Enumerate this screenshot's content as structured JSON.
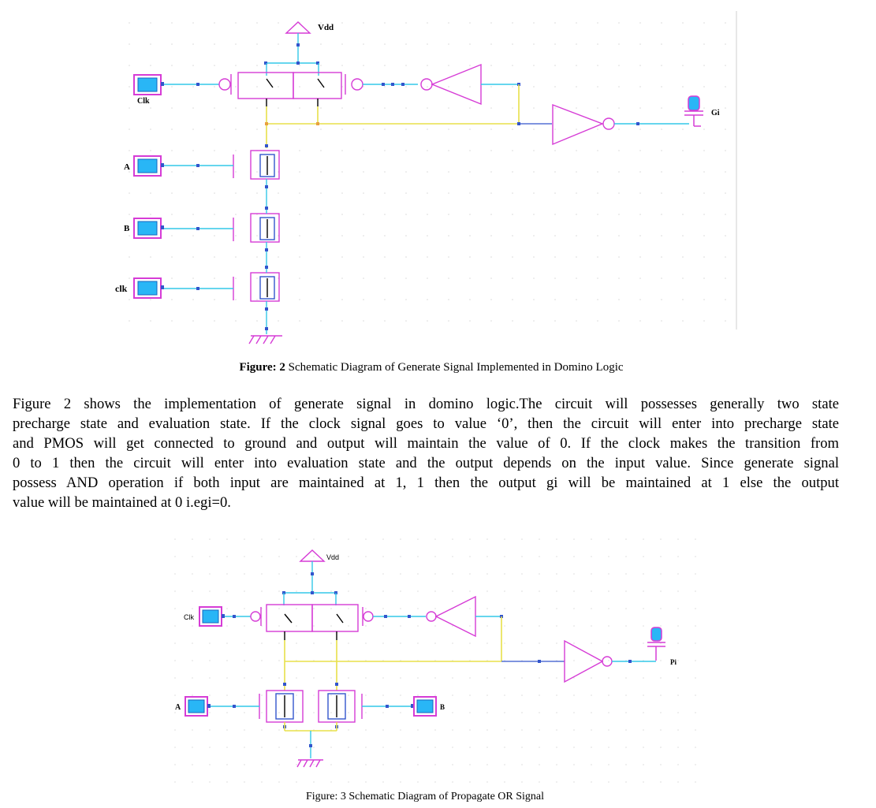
{
  "figure2": {
    "labels": {
      "vdd": "Vdd",
      "clk_top": "Clk",
      "a": "A",
      "b": "B",
      "clk_bottom": "clk",
      "output": "Gi"
    },
    "caption_prefix": "Figure: 2",
    "caption_text": " Schematic Diagram of Generate Signal Implemented in Domino Logic"
  },
  "paragraph": {
    "lines": [
      "Figure 2 shows the implementation of generate signal in domino logic.The circuit will possesses generally two state",
      "precharge state and evaluation state. If the clock signal goes to value ‘0’, then the circuit will enter into precharge state",
      "and PMOS will get connected to ground and output will maintain the value of 0. If the clock makes the transition from",
      "0 to 1 then the circuit will enter into evaluation state and the output depends on the input value. Since generate signal",
      "possess AND operation if both input are maintained at 1, 1 then the output gi will be maintained at 1 else the output",
      "value will be maintained at 0 i.egi=0."
    ]
  },
  "figure3": {
    "labels": {
      "vdd": "Vdd",
      "clk": "Clk",
      "a": "A",
      "b": "B",
      "output": "Pi"
    },
    "caption": "Figure: 3 Schematic Diagram of Propagate OR Signal"
  },
  "colors": {
    "wire_yellow": "#e8e04a",
    "wire_cyan": "#33c8e8",
    "wire_blue": "#3355cc",
    "component_magenta": "#d63cd6",
    "input_fill": "#29b6f6",
    "grid_dot": "#d9d9d9"
  }
}
